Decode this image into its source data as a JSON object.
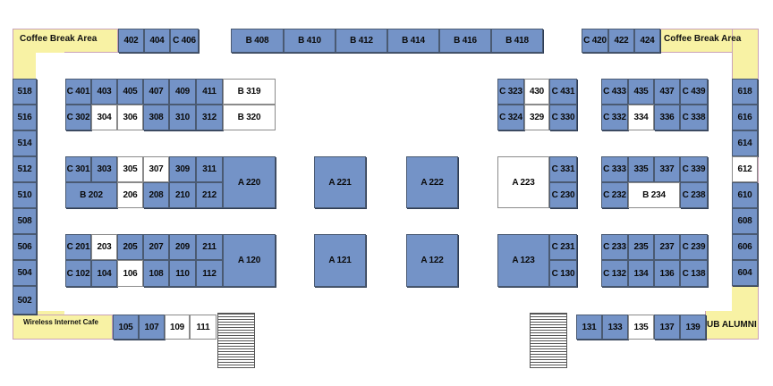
{
  "labels": {
    "coffee_left": "Coffee Break Area",
    "coffee_right": "Coffee Break Area",
    "wireless": "Wireless Internet Cafe",
    "alumni": "UB ALUMNI"
  },
  "colors": {
    "taken": "#7493c7",
    "open": "#ffffff",
    "hall": "#f8f2a4"
  },
  "booths": [
    {
      "id": "402",
      "status": "taken"
    },
    {
      "id": "404",
      "status": "taken"
    },
    {
      "id": "C 406",
      "status": "taken"
    },
    {
      "id": "B 408",
      "status": "taken"
    },
    {
      "id": "B 410",
      "status": "taken"
    },
    {
      "id": "B 412",
      "status": "taken"
    },
    {
      "id": "B 414",
      "status": "taken"
    },
    {
      "id": "B 416",
      "status": "taken"
    },
    {
      "id": "B 418",
      "status": "taken"
    },
    {
      "id": "C 420",
      "status": "taken"
    },
    {
      "id": "422",
      "status": "taken"
    },
    {
      "id": "424",
      "status": "taken"
    },
    {
      "id": "518",
      "status": "taken"
    },
    {
      "id": "516",
      "status": "taken"
    },
    {
      "id": "514",
      "status": "taken"
    },
    {
      "id": "512",
      "status": "taken"
    },
    {
      "id": "510",
      "status": "taken"
    },
    {
      "id": "508",
      "status": "taken"
    },
    {
      "id": "506",
      "status": "taken"
    },
    {
      "id": "504",
      "status": "taken"
    },
    {
      "id": "502",
      "status": "taken"
    },
    {
      "id": "618",
      "status": "taken"
    },
    {
      "id": "616",
      "status": "taken"
    },
    {
      "id": "614",
      "status": "taken"
    },
    {
      "id": "612",
      "status": "open"
    },
    {
      "id": "610",
      "status": "taken"
    },
    {
      "id": "608",
      "status": "taken"
    },
    {
      "id": "606",
      "status": "taken"
    },
    {
      "id": "604",
      "status": "taken"
    },
    {
      "id": "C 401",
      "status": "taken"
    },
    {
      "id": "403",
      "status": "taken"
    },
    {
      "id": "405",
      "status": "taken"
    },
    {
      "id": "407",
      "status": "taken"
    },
    {
      "id": "409",
      "status": "taken"
    },
    {
      "id": "411",
      "status": "taken"
    },
    {
      "id": "B 319",
      "status": "open"
    },
    {
      "id": "C 302",
      "status": "taken"
    },
    {
      "id": "304",
      "status": "open"
    },
    {
      "id": "306",
      "status": "open"
    },
    {
      "id": "308",
      "status": "taken"
    },
    {
      "id": "310",
      "status": "taken"
    },
    {
      "id": "312",
      "status": "taken"
    },
    {
      "id": "B 320",
      "status": "open"
    },
    {
      "id": "C 301",
      "status": "taken"
    },
    {
      "id": "303",
      "status": "taken"
    },
    {
      "id": "305",
      "status": "open"
    },
    {
      "id": "307",
      "status": "open"
    },
    {
      "id": "309",
      "status": "taken"
    },
    {
      "id": "311",
      "status": "taken"
    },
    {
      "id": "B 202",
      "status": "taken"
    },
    {
      "id": "206",
      "status": "open"
    },
    {
      "id": "208",
      "status": "taken"
    },
    {
      "id": "210",
      "status": "taken"
    },
    {
      "id": "212",
      "status": "taken"
    },
    {
      "id": "A 220",
      "status": "taken"
    },
    {
      "id": "C 201",
      "status": "taken"
    },
    {
      "id": "203",
      "status": "open"
    },
    {
      "id": "205",
      "status": "taken"
    },
    {
      "id": "207",
      "status": "taken"
    },
    {
      "id": "209",
      "status": "taken"
    },
    {
      "id": "211",
      "status": "taken"
    },
    {
      "id": "C 102",
      "status": "taken"
    },
    {
      "id": "104",
      "status": "taken"
    },
    {
      "id": "106",
      "status": "open"
    },
    {
      "id": "108",
      "status": "taken"
    },
    {
      "id": "110",
      "status": "taken"
    },
    {
      "id": "112",
      "status": "taken"
    },
    {
      "id": "A 120",
      "status": "taken"
    },
    {
      "id": "A 221",
      "status": "taken"
    },
    {
      "id": "A 222",
      "status": "taken"
    },
    {
      "id": "A 121",
      "status": "taken"
    },
    {
      "id": "A 122",
      "status": "taken"
    },
    {
      "id": "C 323",
      "status": "taken"
    },
    {
      "id": "430",
      "status": "open"
    },
    {
      "id": "C 431",
      "status": "taken"
    },
    {
      "id": "C 324",
      "status": "taken"
    },
    {
      "id": "329",
      "status": "open"
    },
    {
      "id": "C 330",
      "status": "taken"
    },
    {
      "id": "A 223",
      "status": "open"
    },
    {
      "id": "C 331",
      "status": "taken"
    },
    {
      "id": "C 230",
      "status": "taken"
    },
    {
      "id": "A 123",
      "status": "taken"
    },
    {
      "id": "C 231",
      "status": "taken"
    },
    {
      "id": "C 130",
      "status": "taken"
    },
    {
      "id": "C 433",
      "status": "taken"
    },
    {
      "id": "435",
      "status": "taken"
    },
    {
      "id": "437",
      "status": "taken"
    },
    {
      "id": "C 439",
      "status": "taken"
    },
    {
      "id": "C 332",
      "status": "taken"
    },
    {
      "id": "334",
      "status": "open"
    },
    {
      "id": "336",
      "status": "taken"
    },
    {
      "id": "C 338",
      "status": "taken"
    },
    {
      "id": "C 333",
      "status": "taken"
    },
    {
      "id": "335",
      "status": "taken"
    },
    {
      "id": "337",
      "status": "taken"
    },
    {
      "id": "C 339",
      "status": "taken"
    },
    {
      "id": "C 232",
      "status": "taken"
    },
    {
      "id": "B 234",
      "status": "open"
    },
    {
      "id": "C 238",
      "status": "taken"
    },
    {
      "id": "C 233",
      "status": "taken"
    },
    {
      "id": "235",
      "status": "taken"
    },
    {
      "id": "237",
      "status": "taken"
    },
    {
      "id": "C 239",
      "status": "taken"
    },
    {
      "id": "C 132",
      "status": "taken"
    },
    {
      "id": "134",
      "status": "taken"
    },
    {
      "id": "136",
      "status": "taken"
    },
    {
      "id": "C 138",
      "status": "taken"
    },
    {
      "id": "105",
      "status": "taken"
    },
    {
      "id": "107",
      "status": "taken"
    },
    {
      "id": "109",
      "status": "open"
    },
    {
      "id": "111",
      "status": "open"
    },
    {
      "id": "131",
      "status": "taken"
    },
    {
      "id": "133",
      "status": "taken"
    },
    {
      "id": "135",
      "status": "open"
    },
    {
      "id": "137",
      "status": "taken"
    },
    {
      "id": "139",
      "status": "taken"
    }
  ]
}
